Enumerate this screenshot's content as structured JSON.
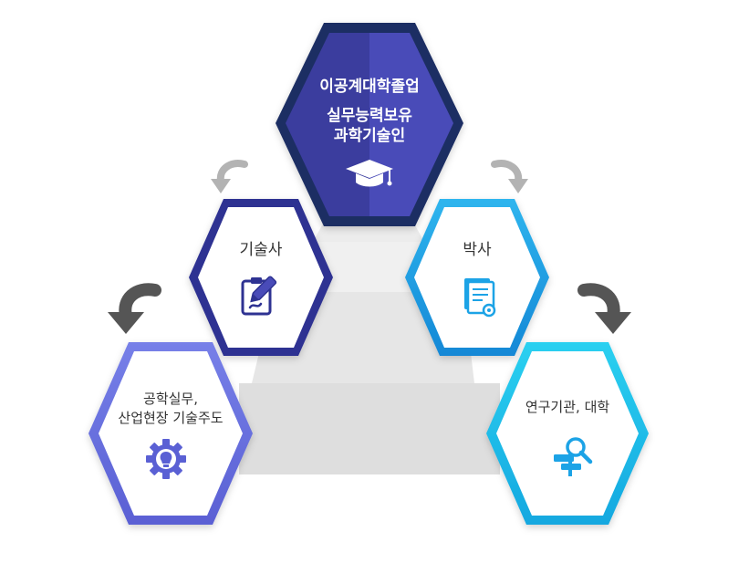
{
  "nodes": {
    "top": {
      "line1": "이공계대학졸업",
      "line2": "실무능력보유",
      "line3": "과학기술인",
      "icon": "graduation-cap-icon"
    },
    "engineer": {
      "label": "기술사",
      "icon": "clipboard-pencil-icon"
    },
    "doctor": {
      "label": "박사",
      "icon": "certificate-document-icon"
    },
    "industry": {
      "line1": "공학실무,",
      "line2": "산업현장 기술주도",
      "icon": "gear-lightbulb-icon"
    },
    "research": {
      "label": "연구기관, 대학",
      "icon": "magnifier-signpost-icon"
    }
  },
  "colors": {
    "top_fill": "#3d3fa8",
    "top_border": "#1f2f63",
    "engineer_border": "#2e3192",
    "doctor_border": "#1fa3e6",
    "industry_border": "#6b76e2",
    "research_border": "#22c3ea",
    "arrow_light": "#b3b3b3",
    "arrow_dark": "#555555",
    "steps": "#e8e8e8"
  }
}
